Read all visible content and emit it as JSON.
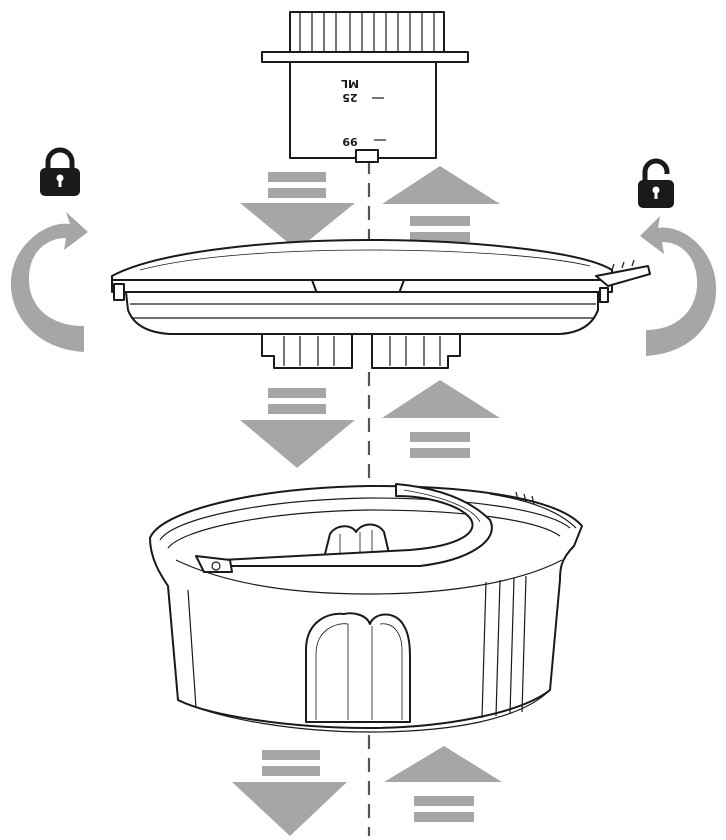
{
  "diagram": {
    "kind": "exploded-assembly",
    "parts": [
      "top-module",
      "mounting-ring",
      "back-box"
    ],
    "lock_icon": "padlock-closed-icon",
    "unlock_icon": "padlock-open-icon",
    "rotation_icon": "curved-rotation-arrow",
    "insert_direction": "down",
    "remove_direction": "up"
  },
  "labels": {
    "mark_ml": "ML",
    "mark_25": "25",
    "mark_99": "99"
  },
  "colors": {
    "line": "#1a1a1a",
    "arrow": "#a6a6a6",
    "axis": "#555555",
    "background": "#ffffff"
  }
}
